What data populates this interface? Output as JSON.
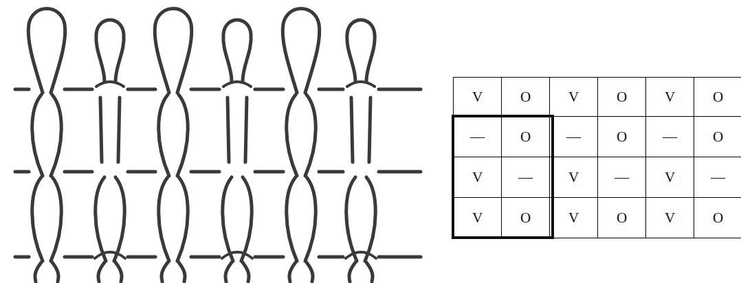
{
  "diagram": {
    "labels": [
      "V",
      "O",
      "V",
      "O",
      "V",
      "O",
      "—",
      "O",
      "—",
      "O",
      "—",
      "O",
      "V",
      "—",
      "V",
      "—",
      "V",
      "—",
      "V",
      "O",
      "V",
      "O",
      "V",
      "O"
    ]
  }
}
